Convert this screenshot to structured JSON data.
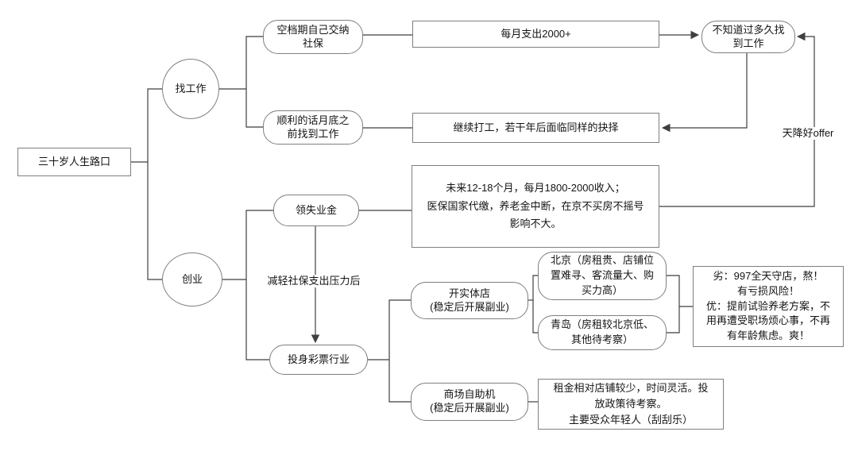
{
  "root": {
    "label": "三十岁人生路口"
  },
  "job_branch": {
    "label": "找工作",
    "gap_insurance": "空档期自己交纳\n社保",
    "monthly_expense": "每月支出2000+",
    "unknown_time": "不知道过多久找\n到工作",
    "find_by_month_end": "顺利的话月底之\n前找到工作",
    "continue_work": "继续打工，若干年后面临同样的抉择",
    "offer_note": "天降好offer"
  },
  "startup_branch": {
    "label": "创业",
    "unemployment_benefit": "领失业金",
    "future_income": "未来12-18个月，每月1800-2000收入；\n医保国家代缴，养老金中断，在京不买房不摇号\n影响不大。",
    "reduce_pressure": "减轻社保支出压力后",
    "lottery": "投身彩票行业",
    "physical_store": "开实体店\n(稳定后开展副业)",
    "vending_machine": "商场自助机\n(稳定后开展副业)",
    "beijing": "北京（房租贵、店铺位\n置难寻、客流量大、购\n买力高）",
    "qingdao": "青岛（房租较北京低、\n其他待考察）",
    "pros_cons": "劣：997全天守店，熬！\n有亏损风险！\n优：提前试验养老方案，不\n用再遭受职场烦心事，不再\n有年龄焦虑。爽！",
    "vending_note": "租金相对店铺较少，时间灵活。投\n放政策待考察。\n主要受众年轻人（刮刮乐）"
  }
}
